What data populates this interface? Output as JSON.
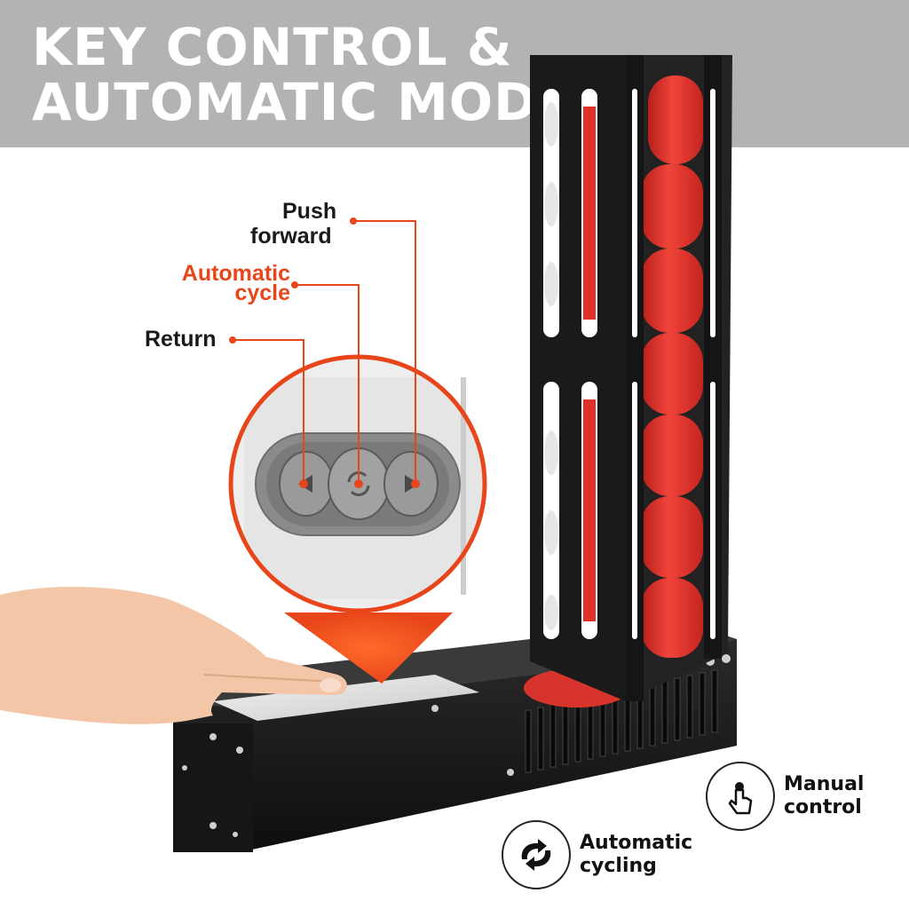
{
  "header": {
    "title_line1": "KEY CONTROL &",
    "title_line2": "AUTOMATIC MODE"
  },
  "callouts": {
    "push_forward_line1": "Push",
    "push_forward_line2": "forward",
    "automatic_cycle_line1": "Automatic",
    "automatic_cycle_line2": "cycle",
    "return": "Return"
  },
  "features": {
    "manual_line1": "Manual",
    "manual_line2": "control",
    "auto_line1": "Automatic",
    "auto_line2": "cycling"
  },
  "colors": {
    "banner": "#b3b3b3",
    "accent": "#e8461a",
    "can_red": "#e0302a",
    "rack": "#1c1c1c"
  },
  "icons": [
    "hand-pointer-icon",
    "cycle-arrows-icon",
    "return-arrow-icon",
    "forward-arrow-icon",
    "refresh-icon"
  ]
}
